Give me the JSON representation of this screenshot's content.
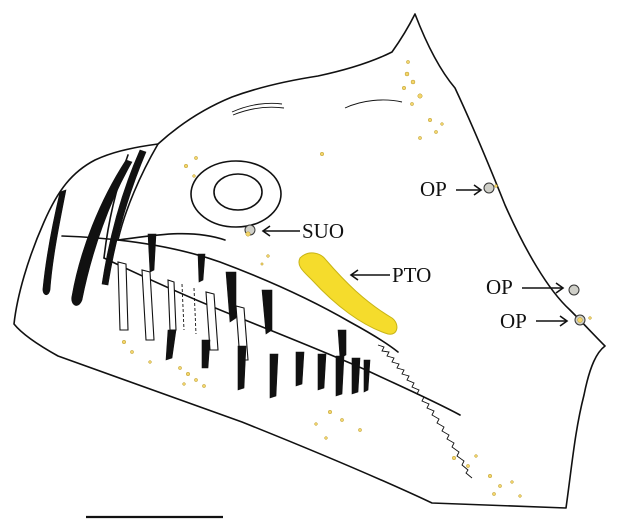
{
  "labels": {
    "op_1": "OP",
    "suo": "SUO",
    "pto": "PTO",
    "op_2": "OP",
    "op_3": "OP"
  },
  "colors": {
    "highlight": "#f5dc2c",
    "highlight_stroke": "#c8b416",
    "ink": "#111111",
    "spot": "#f4d56b",
    "pore": "#cfcfc8"
  }
}
